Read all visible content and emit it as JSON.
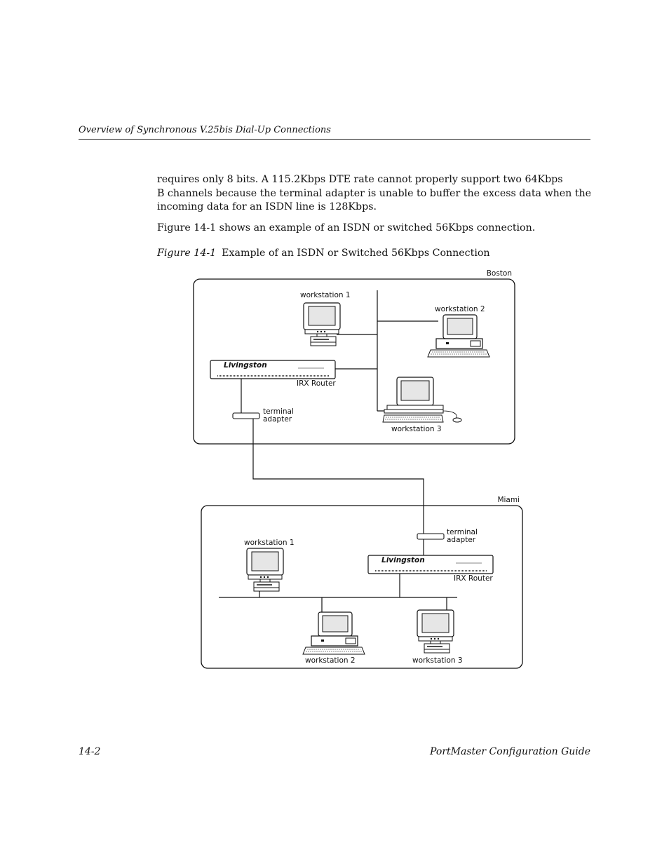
{
  "header": {
    "running_title": "Overview of Synchronous V.25bis Dial-Up Connections"
  },
  "body": {
    "paragraph1_lines": [
      "requires only 8 bits. A 115.2Kbps DTE rate cannot properly support two 64Kbps",
      "B channels because the terminal adapter is unable to buffer the excess data when the",
      "incoming data for an ISDN line is 128Kbps."
    ],
    "paragraph2": "Figure 14-1 shows an example of an ISDN or switched 56Kbps connection."
  },
  "figure": {
    "number": "Figure 14-1",
    "title": "Example of an ISDN or Switched 56Kbps Connection",
    "boston": {
      "label": "Boston",
      "workstation1": "workstation 1",
      "workstation2": "workstation 2",
      "workstation3": "workstation 3",
      "router": "IRX Router",
      "router_brand": "Livingston",
      "adapter_line1": "terminal",
      "adapter_line2": "adapter"
    },
    "miami": {
      "label": "Miami",
      "workstation1": "workstation 1",
      "workstation2": "workstation 2",
      "workstation3": "workstation 3",
      "router": "IRX Router",
      "router_brand": "Livingston",
      "adapter_line1": "terminal",
      "adapter_line2": "adapter"
    }
  },
  "footer": {
    "page_number": "14-2",
    "book_title": "PortMaster Configuration Guide"
  }
}
